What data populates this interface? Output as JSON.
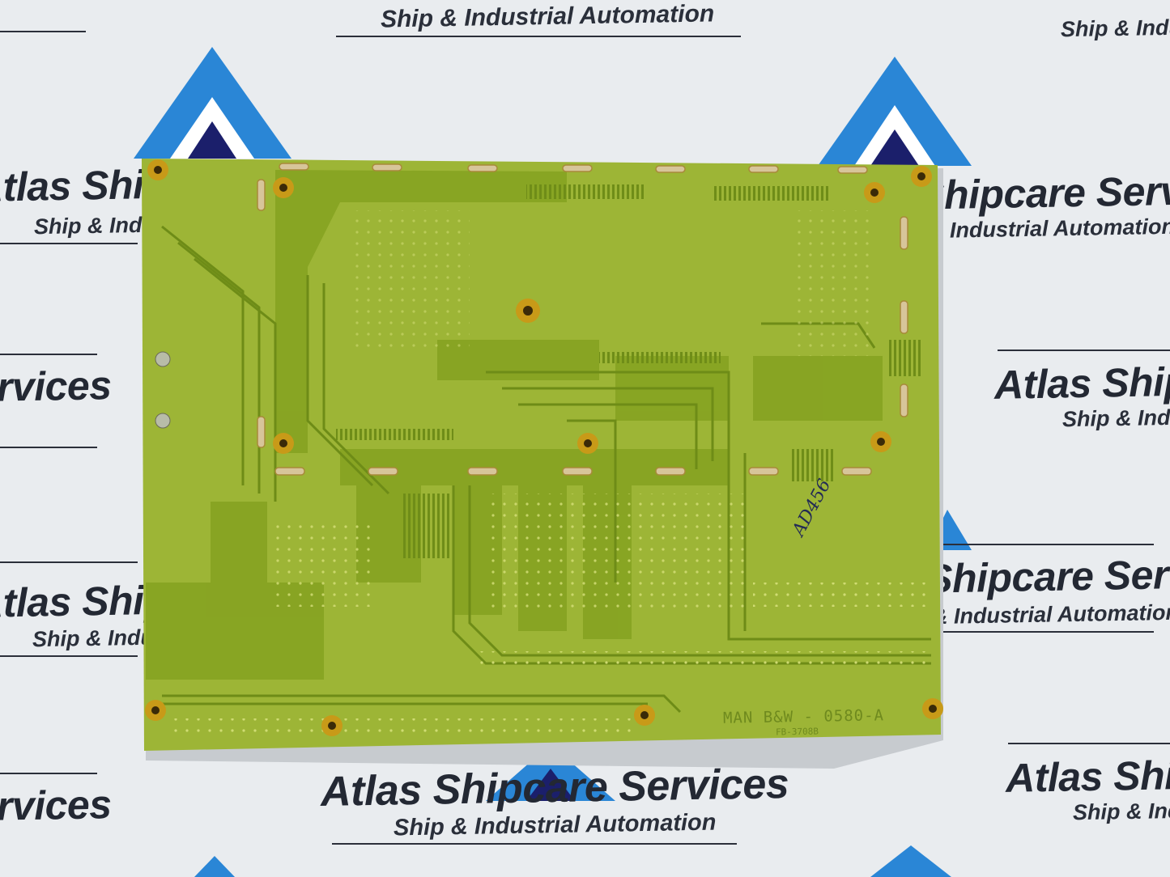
{
  "watermark": {
    "brand": "Atlas Shipcare Services",
    "tagline": "Ship & Industrial Automation",
    "brand_colors": {
      "triangle": "#1f7fd0",
      "dark": "#1b1f6b",
      "text": "#232833"
    }
  },
  "board": {
    "silkscreen": "MAN B&W - 0580-A",
    "part_code": "FB-3708B",
    "handwritten_tag": "AD456",
    "colors": {
      "substrate": "#9db536",
      "trace": "#7f9f1e",
      "copper": "#c89a18",
      "hole": "#3a2a08"
    }
  }
}
